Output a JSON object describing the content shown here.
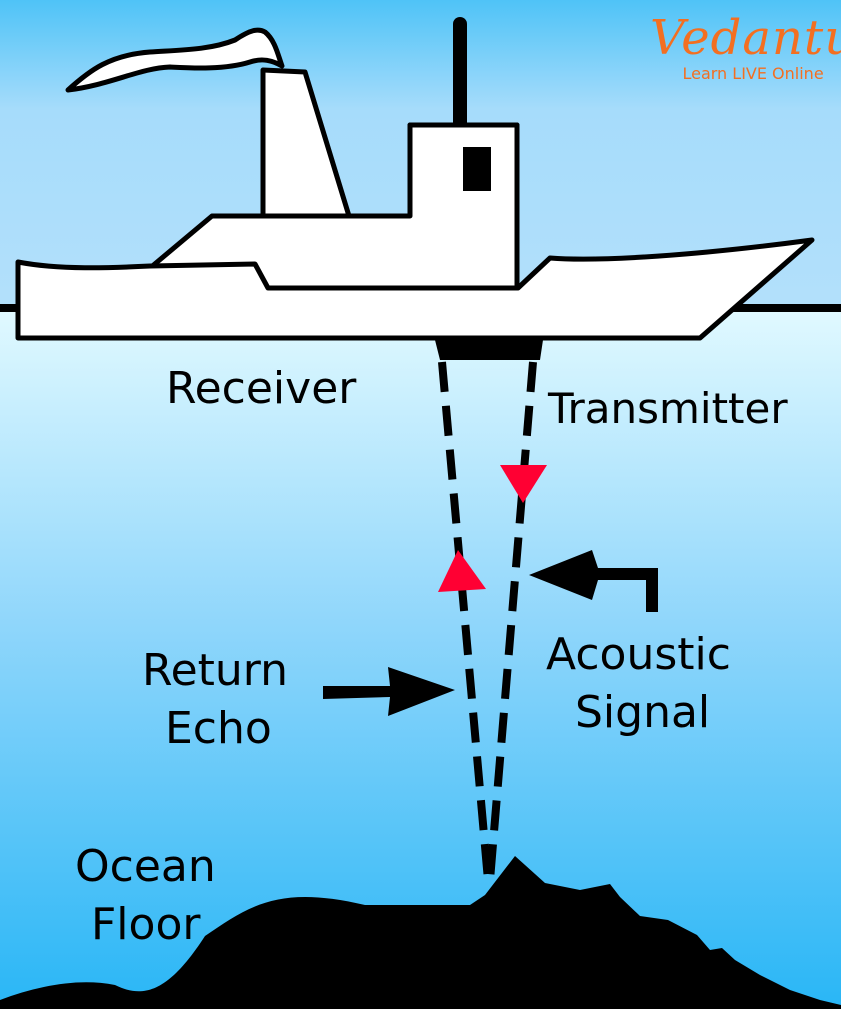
{
  "logo": {
    "brand": "Vedantu",
    "tagline": "Learn LIVE Online",
    "color": "#f36f21"
  },
  "labels": {
    "receiver": "Receiver",
    "transmitter": "Transmitter",
    "return_echo_line1": "Return",
    "return_echo_line2": "Echo",
    "acoustic_signal_line1": "Acoustic",
    "acoustic_signal_line2": "Signal",
    "ocean_floor_line1": "Ocean",
    "ocean_floor_line2": "Floor"
  },
  "colors": {
    "sky_top": "#4fc3f7",
    "sky_bottom": "#b3e0fb",
    "water_top": "#e0f9ff",
    "water_bottom": "#29b6f6",
    "signal_arrow": "#ff0033",
    "outline": "#000000",
    "ship": "#ffffff"
  }
}
